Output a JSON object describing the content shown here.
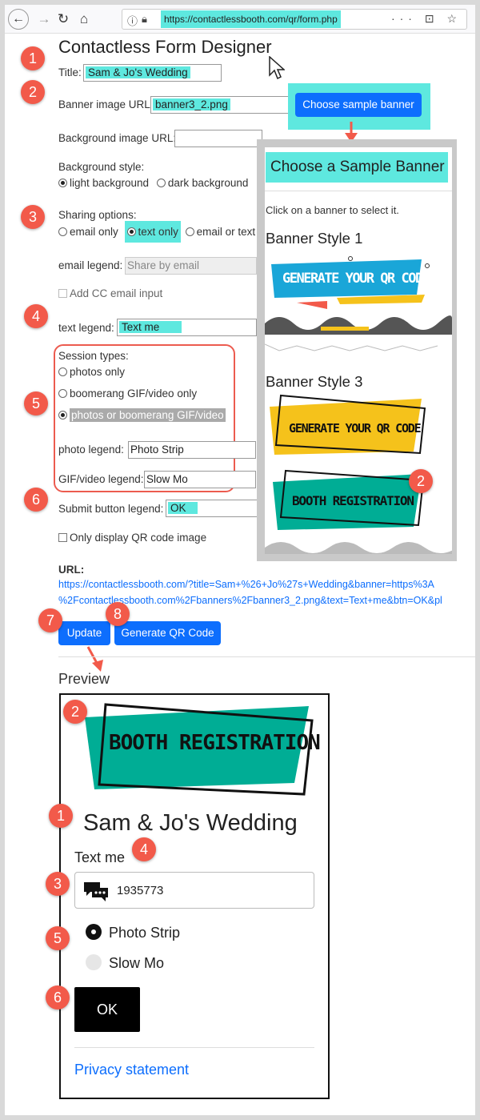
{
  "browser": {
    "url": "https://contactlessbooth.com/qr/form.php",
    "tools": "··· ⊡ ☆"
  },
  "page_title": "Contactless Form Designer",
  "form": {
    "title_label": "Title:",
    "title_value": "Sam & Jo's Wedding",
    "banner_label": "Banner image URL:",
    "banner_value": "banner3_2.png",
    "sample_banner_button": "Choose sample banner",
    "bg_image_label": "Background image URL:",
    "bg_style_label": "Background style:",
    "bg_style_options": [
      "light background",
      "dark background"
    ],
    "sharing_label": "Sharing options:",
    "sharing_options": [
      "email only",
      "text only",
      "email or text"
    ],
    "email_legend_label": "email legend:",
    "email_legend_placeholder": "Share by email",
    "add_cc_label": "Add CC email input",
    "text_legend_label": "text legend:",
    "text_legend_value": "Text me",
    "session_label": "Session types:",
    "session_options": [
      "photos only",
      "boomerang GIF/video only",
      "photos or boomerang GIF/video"
    ],
    "photo_legend_label": "photo legend:",
    "photo_legend_value": "Photo Strip",
    "gif_legend_label": "GIF/video legend:",
    "gif_legend_value": "Slow Mo",
    "submit_legend_label": "Submit button legend:",
    "submit_legend_value": "OK",
    "qr_only_label": "Only display QR code image",
    "url_label": "URL:",
    "url_line1": "https://contactlessbooth.com/?title=Sam+%26+Jo%27s+Wedding&banner=https%3A",
    "url_line2": "%2Fcontactlessbooth.com%2Fbanners%2Fbanner3_2.png&text=Text+me&btn=OK&pl",
    "update_button": "Update",
    "generate_button": "Generate QR Code"
  },
  "sample_panel": {
    "title": "Choose a Sample Banner",
    "hint": "Click on a banner to select it.",
    "style1_label": "Banner Style 1",
    "style1_text": "GENERATE YOUR QR CODE",
    "style3_label": "Banner Style 3",
    "style3_text": "GENERATE YOUR QR CODE",
    "style3b_text": "BOOTH REGISTRATION"
  },
  "preview": {
    "heading": "Preview",
    "banner_text": "BOOTH REGISTRATION",
    "title": "Sam & Jo's Wedding",
    "text_legend": "Text me",
    "phone_value": "1935773",
    "options": [
      "Photo Strip",
      "Slow Mo"
    ],
    "submit": "OK",
    "privacy": "Privacy statement"
  },
  "badges": {
    "b1": "1",
    "b2": "2",
    "b3": "3",
    "b4": "4",
    "b5": "5",
    "b6": "6",
    "b7": "7",
    "b8": "8"
  },
  "colors": {
    "highlight": "#5ee8df",
    "badge": "#f25a4a",
    "primary": "#0d6efd",
    "banner_teal": "#00ad95",
    "banner_yellow": "#f5c21b"
  }
}
